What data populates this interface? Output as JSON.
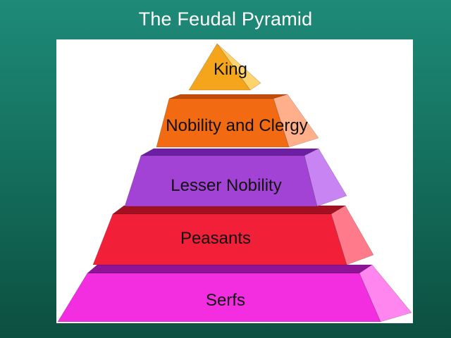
{
  "title": "The Feudal Pyramid",
  "tiers": [
    {
      "label": "King",
      "front": "#f4a51c",
      "side": "#ffd36b",
      "cap": "#c77d05"
    },
    {
      "label": "Nobility and Clergy",
      "front": "#f26b12",
      "side": "#ffb08a",
      "cap": "#c24c08"
    },
    {
      "label": "Lesser Nobility",
      "front": "#a243d6",
      "side": "#c884f2",
      "cap": "#6d1fa3"
    },
    {
      "label": "Peasants",
      "front": "#f21f38",
      "side": "#ff7a8a",
      "cap": "#a3101f"
    },
    {
      "label": "Serfs",
      "front": "#f32ee0",
      "side": "#ff86ef",
      "cap": "#8e1495"
    }
  ]
}
